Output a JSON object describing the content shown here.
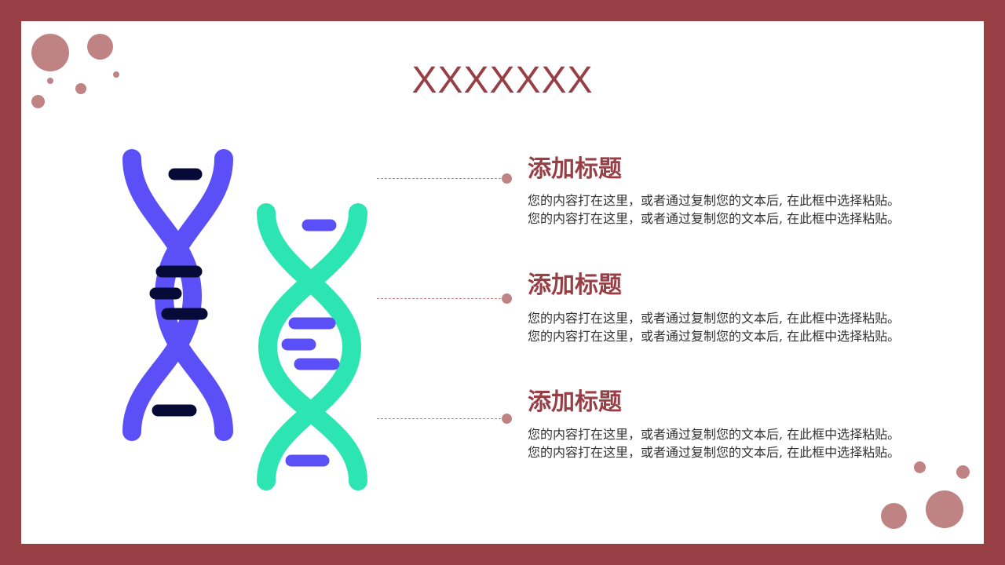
{
  "slide": {
    "title": "XXXXXXX",
    "colors": {
      "frame": "#983F46",
      "accent_dot": "#C08384",
      "helix_blue": "#5B50F7",
      "helix_green": "#2CE5B3",
      "rung_dark": "#050A36"
    }
  },
  "items": [
    {
      "heading": "添加标题",
      "body": "您的内容打在这里，或者通过复制您的文本后, 在此框中选择粘贴。您的内容打在这里，或者通过复制您的文本后, 在此框中选择粘贴。"
    },
    {
      "heading": "添加标题",
      "body": "您的内容打在这里，或者通过复制您的文本后, 在此框中选择粘贴。您的内容打在这里，或者通过复制您的文本后, 在此框中选择粘贴。"
    },
    {
      "heading": "添加标题",
      "body": "您的内容打在这里，或者通过复制您的文本后, 在此框中选择粘贴。您的内容打在这里，或者通过复制您的文本后, 在此框中选择粘贴。"
    }
  ]
}
